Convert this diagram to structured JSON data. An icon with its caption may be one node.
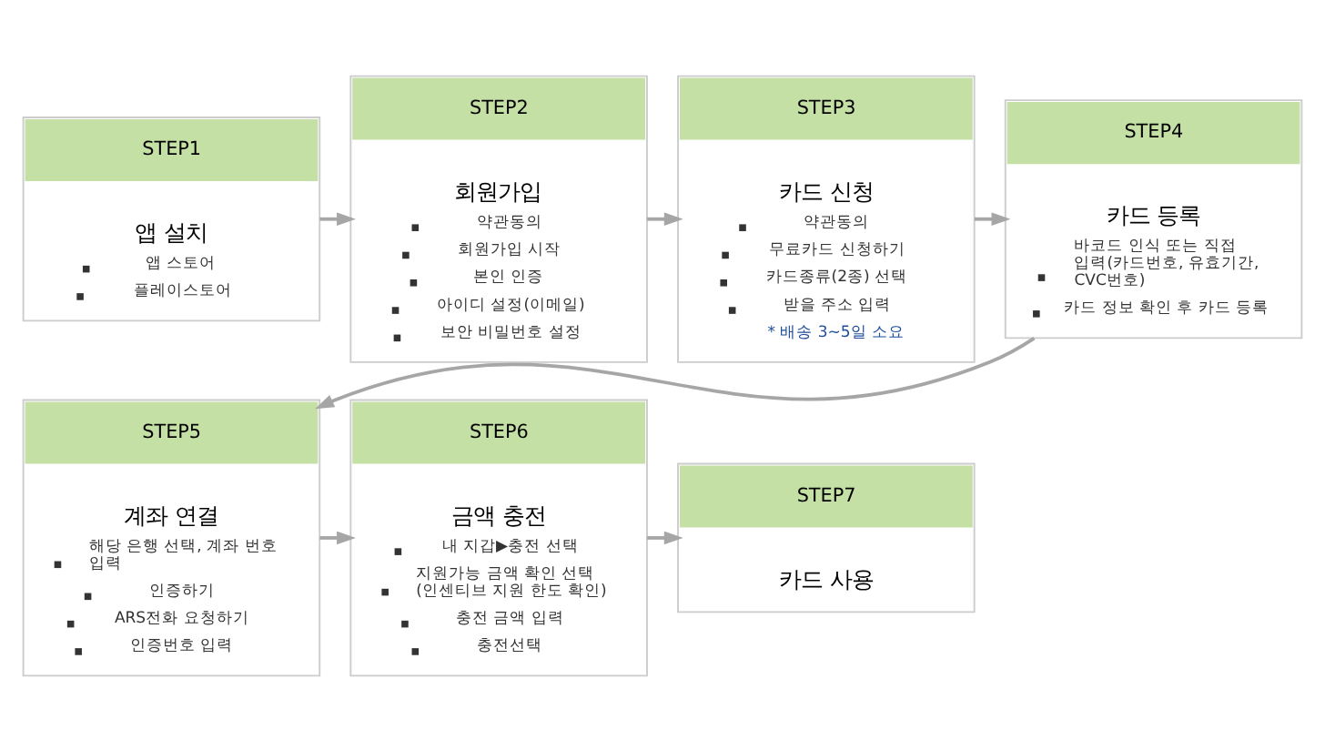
{
  "diagram": {
    "nodes": [
      {
        "text": [
          "STEP1",
          "앱 설치",
          "앱 스토어",
          "플레이스토어"
        ]
      },
      {
        "text": [
          "STEP2",
          "회원가입",
          "약관동의",
          "회원가입 시작",
          "본인 인증",
          "아이디 설정(이메일)",
          "보안 비밀번호 설정"
        ]
      },
      {
        "text": [
          "STEP3",
          "카드 신청",
          "약관동의",
          "무료카드 신청하기",
          "카드종류(2종) 선택",
          "받을 주소 입력",
          "* 배송 3~5일 소요"
        ]
      },
      {
        "text": [
          "STEP4",
          "카드 등록",
          "바코드 인식 또는 직접 입력(카드번호, 유효기간, CVC번호)",
          "카드 정보 확인 후 카드 등록"
        ]
      },
      {
        "text": [
          "STEP5",
          "계좌 연결",
          "해당 은행 선택, 계좌 번호 입력",
          "인증하기",
          "ARS전화 요청하기",
          "인증번호 입력"
        ]
      },
      {
        "text": [
          "STEP6",
          "금액 충전",
          "내 지갑▶충전 선택",
          "지원가능 금액 확인 선택 (인센티브 지원 한도 확인)",
          "충전 금액 입력",
          "충전선택"
        ]
      },
      {
        "text": [
          "STEP7",
          "카드 사용"
        ]
      }
    ],
    "edges": [
      {
        "from": 0,
        "to": 1,
        "arrow": "to"
      },
      {
        "from": 1,
        "to": 2,
        "arrow": "to"
      },
      {
        "from": 2,
        "to": 3,
        "arrow": "to"
      },
      {
        "from": 3,
        "to": 4,
        "arrow": "to"
      },
      {
        "from": 4,
        "to": 5,
        "arrow": "to"
      },
      {
        "from": 5,
        "to": 6,
        "arrow": "to"
      }
    ]
  }
}
